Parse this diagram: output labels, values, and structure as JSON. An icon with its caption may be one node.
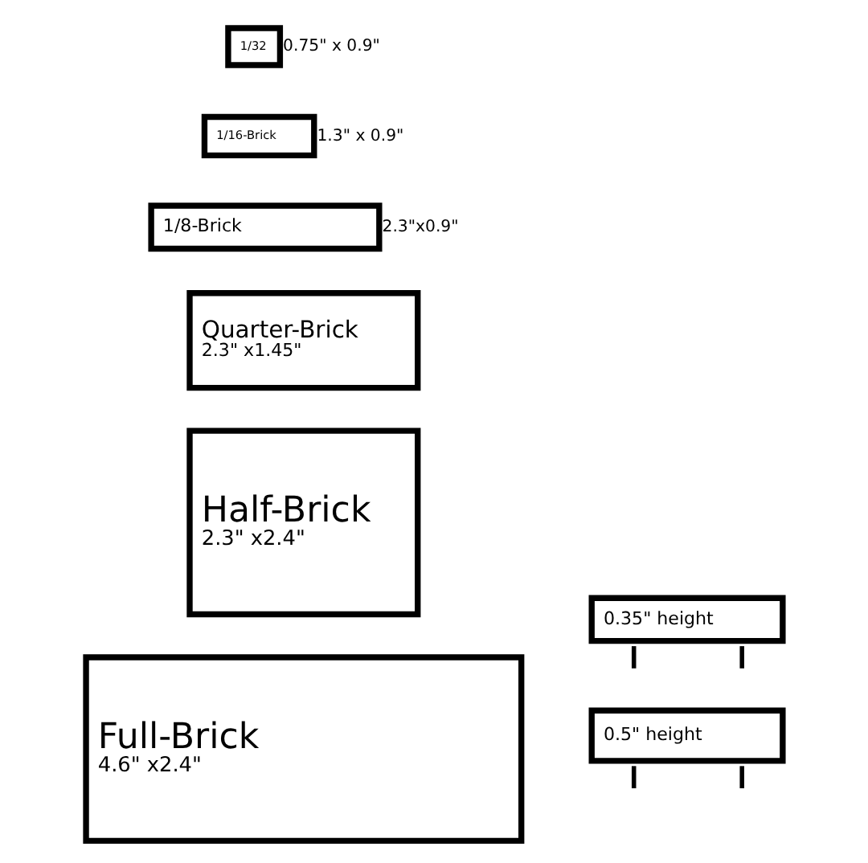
{
  "diagram": {
    "nodes": [
      {
        "text": [
          "Full-Brick",
          "4.6\" x2.4\""
        ]
      },
      {
        "text": [
          "Half-Brick",
          "2.3\" x2.4\""
        ]
      },
      {
        "text": [
          "Quarter-Brick",
          "2.3\" x1.45\""
        ]
      },
      {
        "text": [
          "1/8-Brick"
        ],
        "beside": [
          "2.3\"x0.9\""
        ]
      },
      {
        "text": [
          "1/16-Brick"
        ],
        "beside": [
          "1.3\" x 0.9\""
        ]
      },
      {
        "text": [
          "1/32"
        ],
        "beside": [
          "0.75\" x 0.9\""
        ]
      },
      {
        "text": [
          "0.5\" height"
        ]
      },
      {
        "text": [
          "0.35\" height"
        ]
      }
    ],
    "edges": []
  }
}
